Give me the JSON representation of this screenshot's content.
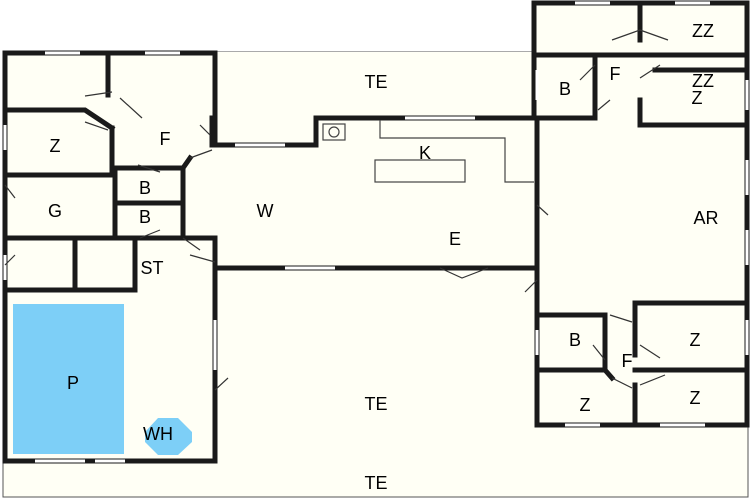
{
  "colors": {
    "floor": "#fffff5",
    "terrace": "#fffff5",
    "wall": "#1a1a1a",
    "pool": "#7dcff7",
    "whirlpool": "#7dcff7"
  },
  "rooms": {
    "te_top": "TE",
    "te_mid": "TE",
    "te_bottom": "TE",
    "k": "K",
    "w": "W",
    "e": "E",
    "ar": "AR",
    "z_left": "Z",
    "g": "G",
    "f_left": "F",
    "b_left1": "B",
    "b_left2": "B",
    "st": "ST",
    "p": "P",
    "wh": "WH",
    "zz1": "ZZ",
    "zz2": "ZZ",
    "z_top_right": "Z",
    "b_top_right": "B",
    "f_top_right": "F",
    "b_bottom_right": "B",
    "f_bottom_right": "F",
    "z_br1": "Z",
    "z_br2": "Z",
    "z_br3": "Z"
  }
}
